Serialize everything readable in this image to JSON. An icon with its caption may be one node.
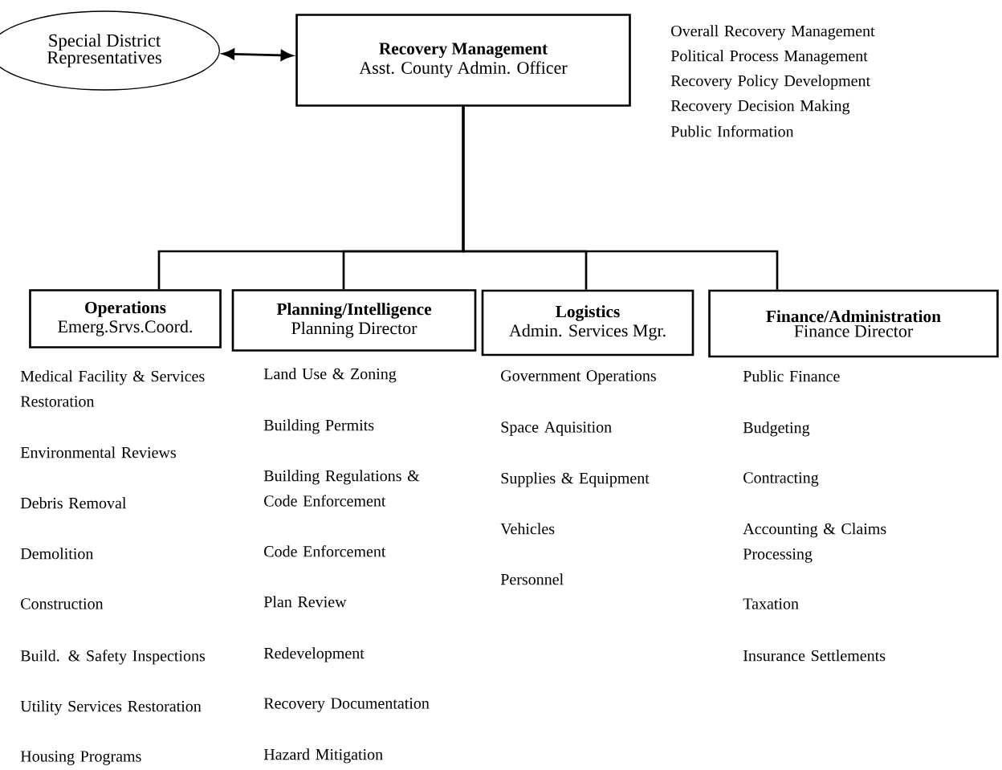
{
  "diagram": {
    "nodes": [
      {
        "text": [
          "Special District Representatives"
        ]
      },
      {
        "text": [
          "Recovery Management",
          "Asst. County Admin. Officer"
        ]
      },
      {
        "text": [
          "Operations",
          "Emerg.Srvs.Coord."
        ]
      },
      {
        "text": [
          "Planning/Intelligence",
          "Planning Director"
        ]
      },
      {
        "text": [
          "Logistics",
          "Admin. Services Mgr."
        ]
      },
      {
        "text": [
          "Finance/Administration",
          "Finance Director"
        ]
      }
    ],
    "edges": [
      {
        "from": 0,
        "to": 1,
        "arrow": "both"
      },
      {
        "from": 1,
        "to": 2,
        "arrow": "none"
      },
      {
        "from": 1,
        "to": 3,
        "arrow": "none"
      },
      {
        "from": 1,
        "to": 4,
        "arrow": "none"
      },
      {
        "from": 1,
        "to": 5,
        "arrow": "none"
      }
    ],
    "labels": [
      "Overall Recovery Management",
      "Political Process Management",
      "Recovery Policy Development",
      "Recovery Decision Making",
      "Public Information",
      "Medical Facility & Services Restoration",
      "Environmental Reviews",
      "Debris Removal",
      "Demolition",
      "Construction",
      "Build. & Safety Inspections",
      "Utility Services Restoration",
      "Housing Programs",
      "Land Use & Zoning",
      "Building Permits",
      "Building Regulations & Code Enforcement",
      "Code Enforcement",
      "Plan Review",
      "Redevelopment",
      "Recovery Documentation",
      "Hazard Mitigation",
      "Government Operations",
      "Space Aquisition",
      "Supplies & Equipment",
      "Vehicles",
      "Personnel",
      "Public Finance",
      "Budgeting",
      "Contracting",
      "Accounting & Claims Processing",
      "Taxation",
      "Insurance Settlements"
    ]
  }
}
